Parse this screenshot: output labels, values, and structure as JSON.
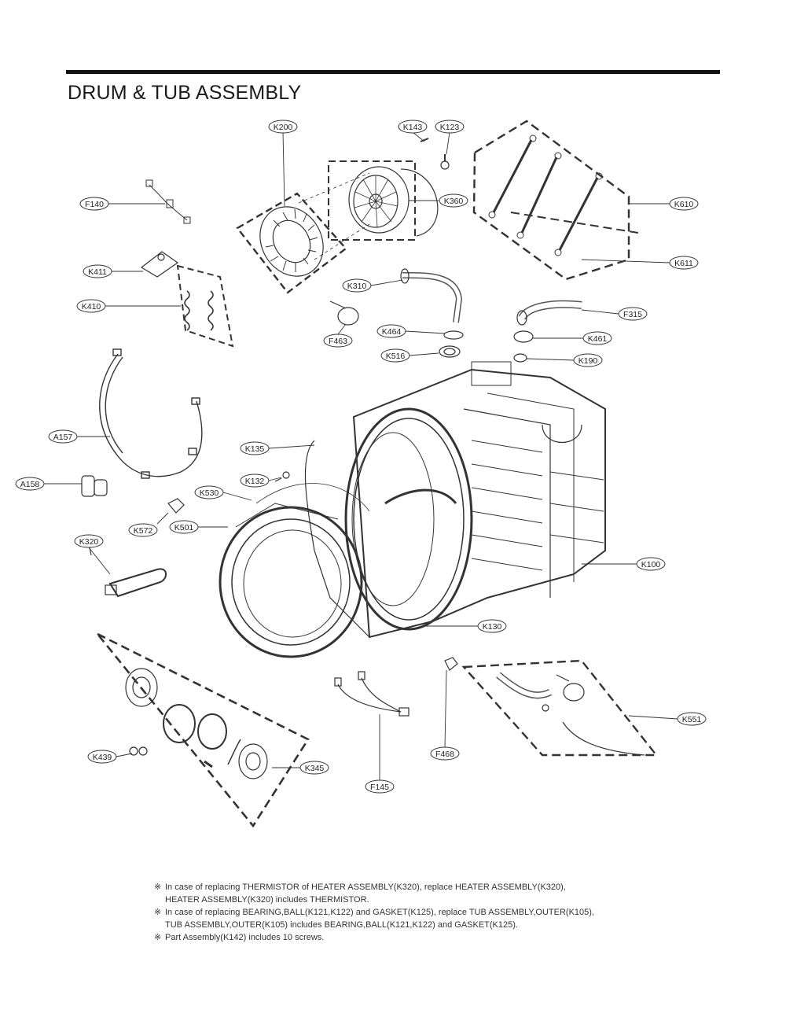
{
  "header": {
    "title": "DRUM & TUB ASSEMBLY"
  },
  "callouts": [
    {
      "id": "k200",
      "label": "K200"
    },
    {
      "id": "k143",
      "label": "K143"
    },
    {
      "id": "k123",
      "label": "K123"
    },
    {
      "id": "f140",
      "label": "F140"
    },
    {
      "id": "k360",
      "label": "K360"
    },
    {
      "id": "k610",
      "label": "K610"
    },
    {
      "id": "k611",
      "label": "K611"
    },
    {
      "id": "k411",
      "label": "K411"
    },
    {
      "id": "k410",
      "label": "K410"
    },
    {
      "id": "k310",
      "label": "K310"
    },
    {
      "id": "f315",
      "label": "F315"
    },
    {
      "id": "k464",
      "label": "K464"
    },
    {
      "id": "f463",
      "label": "F463"
    },
    {
      "id": "k461",
      "label": "K461"
    },
    {
      "id": "k516",
      "label": "K516"
    },
    {
      "id": "k190",
      "label": "K190"
    },
    {
      "id": "a157",
      "label": "A157"
    },
    {
      "id": "k135",
      "label": "K135"
    },
    {
      "id": "a158",
      "label": "A158"
    },
    {
      "id": "k132",
      "label": "K132"
    },
    {
      "id": "k530",
      "label": "K530"
    },
    {
      "id": "k572",
      "label": "K572"
    },
    {
      "id": "k501",
      "label": "K501"
    },
    {
      "id": "k320",
      "label": "K320"
    },
    {
      "id": "k100",
      "label": "K100"
    },
    {
      "id": "k130",
      "label": "K130"
    },
    {
      "id": "k551",
      "label": "K551"
    },
    {
      "id": "f468",
      "label": "F468"
    },
    {
      "id": "k439",
      "label": "K439"
    },
    {
      "id": "k345",
      "label": "K345"
    },
    {
      "id": "f145",
      "label": "F145"
    }
  ],
  "notes": [
    {
      "mark": "※",
      "lines": [
        "In case of replacing THERMISTOR of HEATER ASSEMBLY(K320), replace HEATER ASSEMBLY(K320),",
        "HEATER ASSEMBLY(K320) includes THERMISTOR."
      ]
    },
    {
      "mark": "※",
      "lines": [
        "In case of replacing BEARING,BALL(K121,K122) and GASKET(K125), replace TUB ASSEMBLY,OUTER(K105),",
        "TUB ASSEMBLY,OUTER(K105) includes BEARING,BALL(K121,K122) and GASKET(K125)."
      ]
    },
    {
      "mark": "※",
      "lines": [
        "Part Assembly(K142) includes 10 screws."
      ]
    }
  ]
}
